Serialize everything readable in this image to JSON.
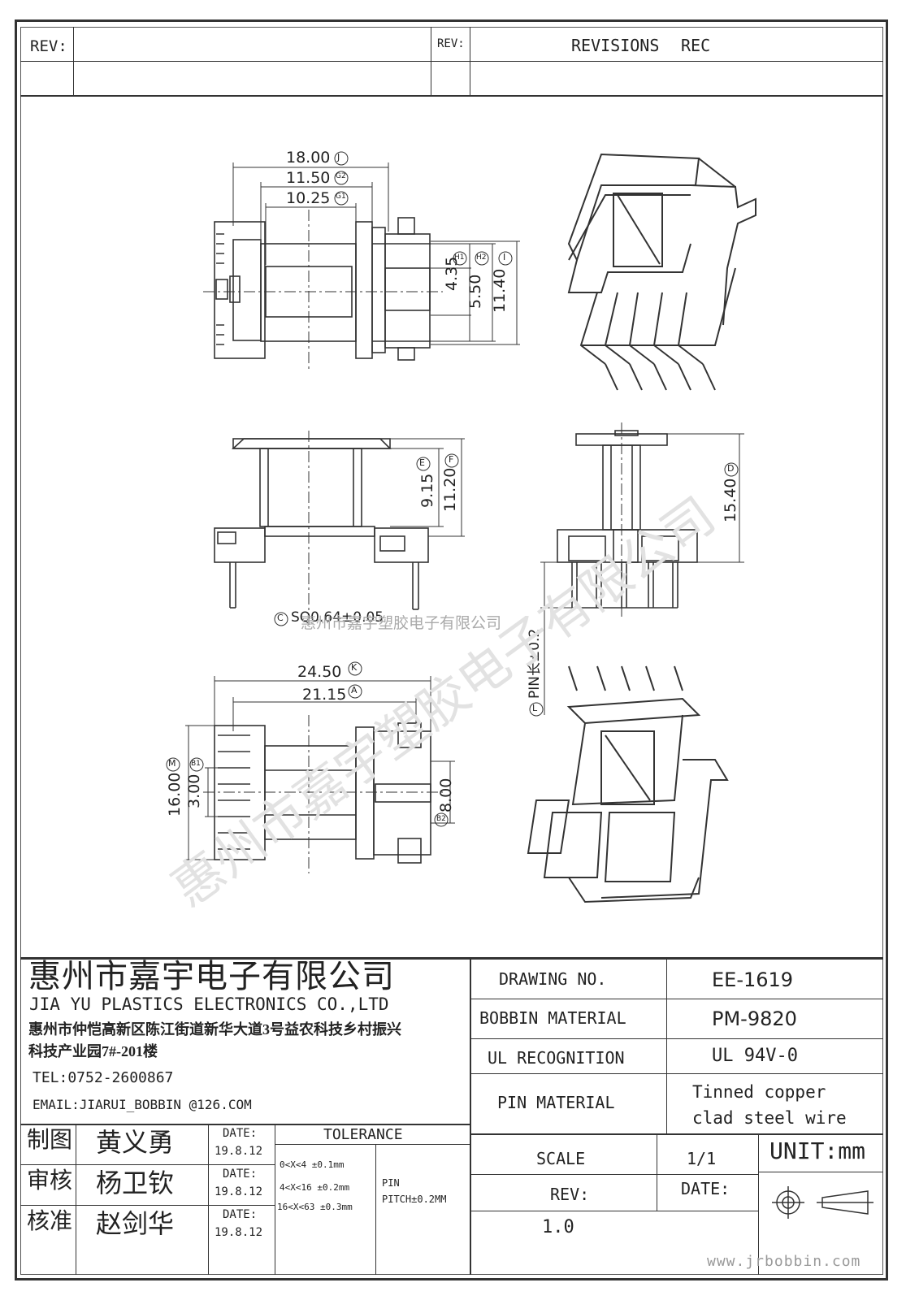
{
  "header": {
    "rev_label": "REV:",
    "rev2_label": "REV:",
    "revisions_label": "REVISIONS",
    "rec_label": "REC"
  },
  "dims": {
    "top_18": "18.00",
    "top_18_tag": "J",
    "top_1150": "11.50",
    "top_1150_tag": "G2",
    "top_1025": "10.25",
    "top_1025_tag": "G1",
    "h1_tag": "H1",
    "h2_tag": "H2",
    "i_tag": "I",
    "v_435": "4.35",
    "v_550": "5.50",
    "v_1140": "11.40",
    "e_tag": "E",
    "f_tag": "F",
    "v_915": "9.15",
    "v_1120": "11.20",
    "d_tag": "D",
    "v_1540": "15.40",
    "sq_text": "SQ0.64±0.05",
    "sq_tag": "C",
    "pin_len": "PIN长±0.2",
    "pin_tag": "L",
    "k_tag": "K",
    "v_2450": "24.50",
    "a_tag": "A",
    "v_2115": "21.15",
    "m_tag": "M",
    "b1_tag": "B1",
    "v_1600": "16.00",
    "v_300": "3.00",
    "v_800": "8.00",
    "b2_tag": "B2"
  },
  "watermark": {
    "company_faint": "惠州市嘉宇塑胶电子有限公司",
    "diag_text": "惠州市嘉宇塑胶电子有限公司"
  },
  "title_block": {
    "company_cn": "惠州市嘉宇电子有限公司",
    "company_en": "JIA YU PLASTICS ELECTRONICS CO.,LTD",
    "address_1": "惠州市仲恺高新区陈江街道新华大道3号益农科技乡村振兴",
    "address_2": "科技产业园7#-201楼",
    "tel": "TEL:0752-2600867",
    "email": "EMAIL:JIARUI_BOBBIN @126.COM",
    "drawing_no_label": "DRAWING   NO.",
    "drawing_no": "EE-1619",
    "bobbin_material_label": "BOBBIN  MATERIAL",
    "bobbin_material": "PM-9820",
    "ul_label": "UL RECOGNITION",
    "ul_value": "UL 94V-0",
    "pin_material_label": "PIN MATERIAL",
    "pin_material_1": "Tinned copper",
    "pin_material_2": "clad steel wire",
    "scale_label": "SCALE",
    "scale_value": "1/1",
    "unit": "UNIT:mm",
    "rev_label": "REV:",
    "rev_value": "1.0",
    "date_label": "DATE:",
    "website": "www.jrbobbin.com",
    "tolerance_label": "TOLERANCE",
    "tol_1": "0<X<4  ±0.1mm",
    "tol_2": "4<X<16 ±0.2mm",
    "tol_3": "16<X<63 ±0.3mm",
    "pin_pitch_1": "PIN",
    "pin_pitch_2": "PITCH±0.2MM",
    "signoff": [
      {
        "role": "制图",
        "name": "黄义勇",
        "date_label": "DATE:",
        "date": "19.8.12"
      },
      {
        "role": "审核",
        "name": "杨卫钦",
        "date_label": "DATE:",
        "date": "19.8.12"
      },
      {
        "role": "核准",
        "name": "赵剑华",
        "date_label": "DATE:",
        "date": "19.8.12"
      }
    ]
  }
}
